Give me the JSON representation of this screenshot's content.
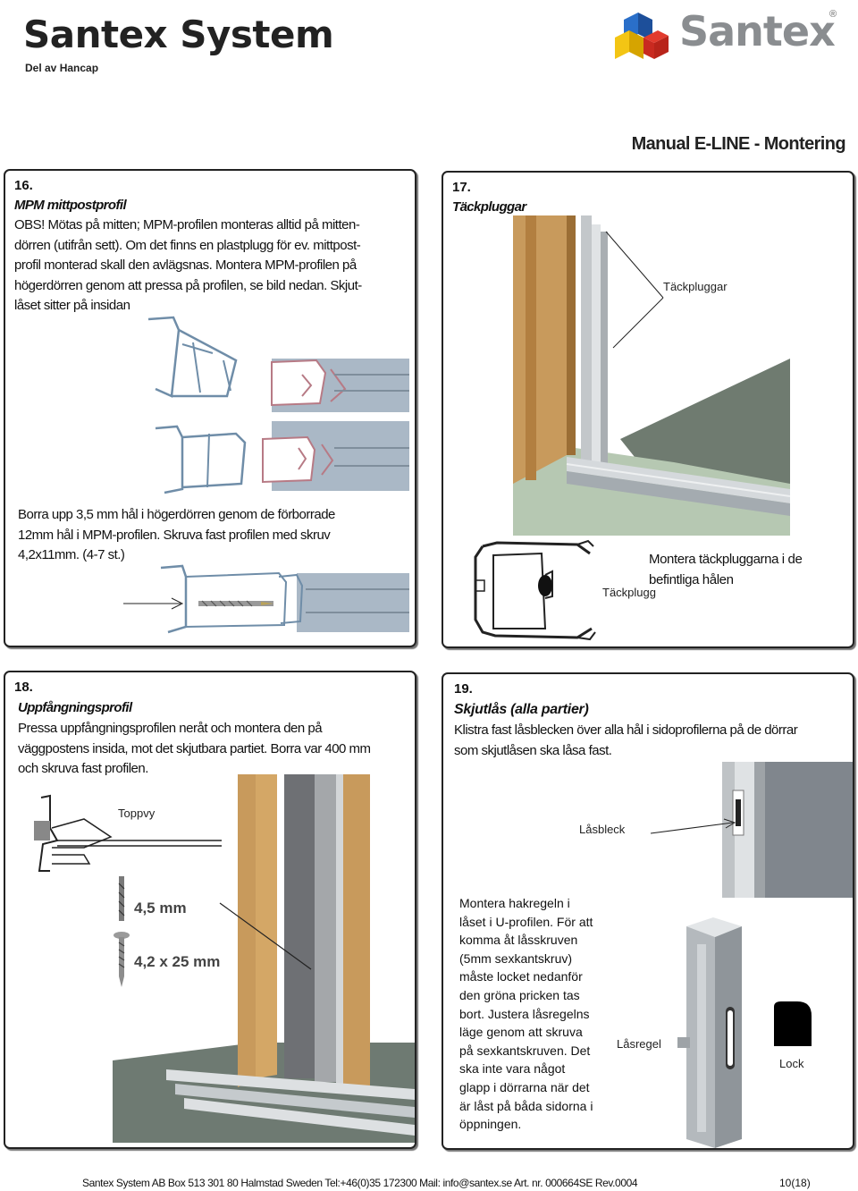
{
  "header": {
    "title": "Santex System",
    "subtitle": "Del av Hancap",
    "logo_text": "Santex",
    "logo_mark": "®",
    "manual_title": "Manual E-LINE - Montering"
  },
  "step16": {
    "number": "16.",
    "title": "MPM mittpostprofil",
    "lines": [
      "OBS! Mötas på mitten; MPM-profilen monteras alltid på mitten-",
      "dörren (utifrån sett). Om det finns en plastplugg för ev. mittpost-",
      "profil monterad  skall den avlägsnas. Montera MPM-profilen på",
      "högerdörren genom att pressa på profilen, se bild nedan. Skjut-",
      "låset sitter på insidan"
    ],
    "lines2": [
      "Borra upp 3,5 mm hål i högerdörren genom de förborrade",
      "12mm hål i MPM-profilen. Skruva fast profilen med skruv",
      "4,2x11mm. (4-7 st.)"
    ]
  },
  "step17": {
    "number": "17.",
    "title": "Täckpluggar",
    "callout": "Täckpluggar",
    "plug_label": "Täckplugg",
    "caption_lines": [
      "Montera täckpluggarna i de",
      "befintliga hålen"
    ]
  },
  "step18": {
    "number": "18.",
    "title": "Uppfångningsprofil",
    "lines": [
      "Pressa uppfångningsprofilen neråt och montera den på",
      "väggpostens insida, mot det skjutbara partiet. Borra var 400 mm",
      "och skruva fast profilen."
    ],
    "toppvy": "Toppvy",
    "drill_label": "4,5 mm",
    "screw_label": "4,2 x 25 mm"
  },
  "step19": {
    "number": "19.",
    "title": "Skjutlås (alla partier)",
    "lines": [
      "Klistra fast låsblecken över alla hål i sidoprofilerna på de dörrar",
      "som skjutlåsen ska låsa fast."
    ],
    "lasbleck": "Låsbleck",
    "instructions": [
      "Montera hakregeln i",
      "låset i U-profilen. För att",
      "komma åt låsskruven",
      "(5mm sexkantskruv)",
      "måste locket nedanför",
      "den gröna pricken tas",
      "bort. Justera låsregelns",
      "läge genom att skruva",
      "på sexkantskruven. Det",
      "ska inte vara något",
      "glapp i dörrarna när det",
      "är låst på båda sidorna i",
      "öppningen."
    ],
    "lasregel": "Låsregel",
    "lock": "Lock"
  },
  "footer": {
    "text": "Santex System AB Box 513 301 80 Halmstad Sweden Tel:+46(0)35 172300 Mail: info@santex.se   Art. nr. 000664SE Rev.0004",
    "page": "10(18)"
  },
  "colors": {
    "profile_stroke": "#6f8da8",
    "wood": "#c89a5c",
    "floor": "#6f7b70",
    "frame_grey": "#b9bdc0"
  }
}
